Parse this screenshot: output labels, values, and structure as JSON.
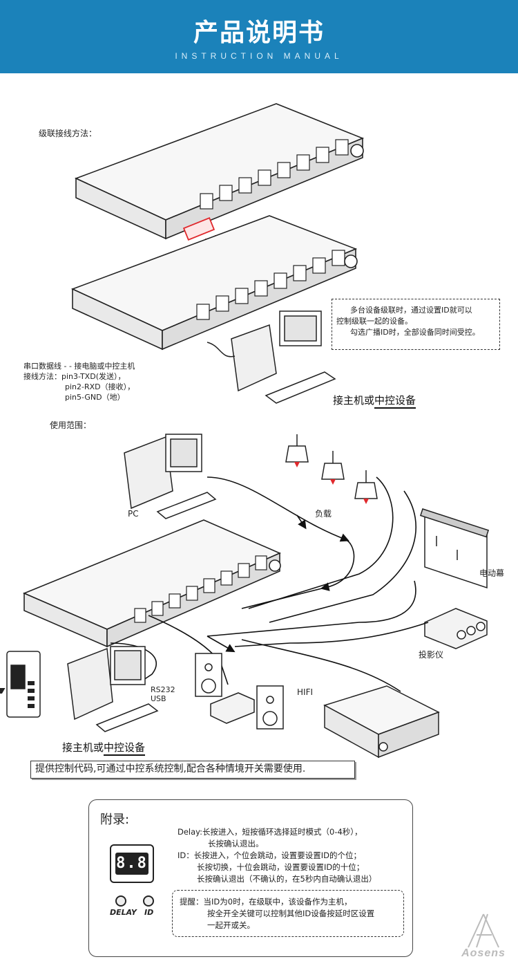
{
  "header": {
    "title": "产品说明书",
    "subtitle": "INSTRUCTION MANUAL"
  },
  "cascade": {
    "heading": "级联接线方法：",
    "note_lines": [
      "多台设备级联时，通过设置ID就可以",
      "控制级联一起的设备。",
      "勾选广播ID时，全部设备同时间受控。"
    ],
    "serial_lines": [
      "串口数据线 - - 接电脑或中控主机",
      "接线方法：pin3-TXD(发送），",
      "pin2-RXD（接收），",
      "pin5-GND（地）"
    ],
    "host_label_a": "接主机或",
    "host_label_b": "中控设备"
  },
  "usage": {
    "heading": "使用范围：",
    "labels": {
      "pc": "PC",
      "load": "负载",
      "screen": "电动幕",
      "projector": "投影仪",
      "hifi": "HIFI",
      "rs232": "RS232",
      "usb": "USB"
    },
    "host_label_a": "接主机或",
    "host_label_b": "中控设备",
    "code_text": "提供控制代码,可通过中控系统控制,配合各种情境开关需要使用."
  },
  "appendix": {
    "title": "附录:",
    "display_digits": "8.8",
    "delay_label": "DELAY",
    "id_label": "ID",
    "lines": [
      "Delay:长按进入，短按循环选择延时模式（0-4秒），",
      "长按确认退出。",
      "ID：长按进入，个位会跳动，设置要设置ID的个位；",
      "长按切换，十位会跳动，设置要设置ID的十位；",
      "长按确认退出（不确认的，在5秒内自动确认退出）"
    ],
    "remind_lines": [
      "提醒：当ID为0时，在级联中，该设备作为主机，",
      "按全开全关键可以控制其他ID设备按延时区设置",
      "一起开或关。"
    ]
  },
  "brand": {
    "name": "Aosens"
  },
  "colors": {
    "header_bg": "#1b82ba",
    "accent_red": "#e0282c"
  }
}
